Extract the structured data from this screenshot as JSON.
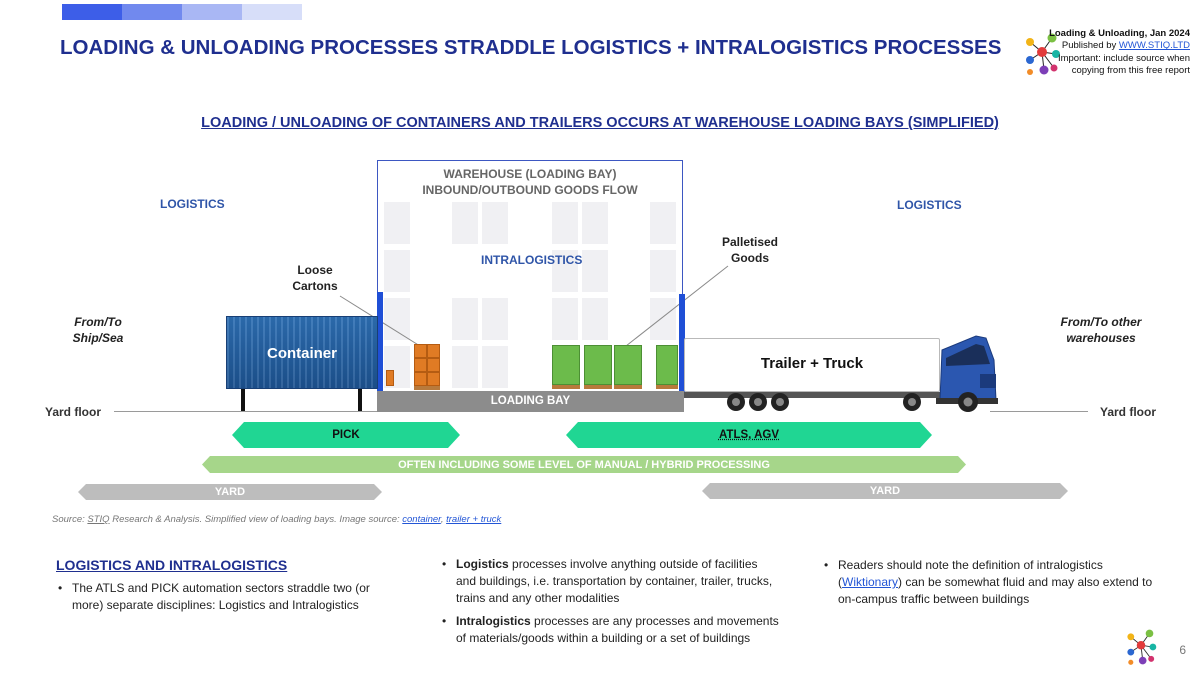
{
  "header": {
    "title": "LOADING & UNLOADING PROCESSES STRADDLE LOGISTICS + INTRALOGISTICS PROCESSES",
    "publisher": {
      "line1": "Loading & Unloading, Jan 2024",
      "line2_prefix": "Published by ",
      "line2_link": "WWW.STIQ.LTD",
      "line3": "Important: include source when",
      "line4": "copying from this free report"
    },
    "topbar_colors": [
      "#3d5ee8",
      "#7189ee",
      "#a9b7f4",
      "#d7def9"
    ]
  },
  "diagram": {
    "subtitle": "LOADING / UNLOADING OF CONTAINERS AND TRAILERS OCCURS AT WAREHOUSE LOADING BAYS (SIMPLIFIED)",
    "warehouse_title_1": "WAREHOUSE (LOADING BAY)",
    "warehouse_title_2": "INBOUND/OUTBOUND GOODS FLOW",
    "logistics_left": "LOGISTICS",
    "logistics_right": "LOGISTICS",
    "intralogistics": "INTRALOGISTICS",
    "loose_1": "Loose",
    "loose_2": "Cartons",
    "palletised_1": "Palletised",
    "palletised_2": "Goods",
    "from_left_1": "From/To",
    "from_left_2": "Ship/Sea",
    "from_right_1": "From/To other",
    "from_right_2": "warehouses",
    "container": "Container",
    "trailer": "Trailer + Truck",
    "yard_floor_left": "Yard floor",
    "yard_floor_right": "Yard floor",
    "loading_bay": "LOADING BAY",
    "pick": "PICK",
    "atls": "ATLS, AGV",
    "manual": "OFTEN INCLUDING SOME LEVEL OF MANUAL / HYBRID PROCESSING",
    "yard_left": "YARD",
    "yard_right": "YARD"
  },
  "source": {
    "prefix": "Source: ",
    "stiq": "STIQ",
    "middle": " Research & Analysis. Simplified view of loading bays. Image source: ",
    "link1": "container",
    "sep": ", ",
    "link2": "trailer + truck"
  },
  "section": {
    "heading": "LOGISTICS AND INTRALOGISTICS",
    "col1_bullet1": "The ATLS and PICK automation sectors straddle two (or more) separate disciplines: Logistics and Intralogistics",
    "col2_b1_bold": "Logistics",
    "col2_b1_rest": " processes involve anything outside of facilities and buildings, i.e. transportation by container, trailer, trucks, trains and any other modalities",
    "col2_b2_bold": "Intralogistics",
    "col2_b2_rest": " processes are any processes and movements of materials/goods within a building or a set of buildings",
    "col3_b1_pre": "Readers should note the definition of intralogistics (",
    "col3_b1_link": "Wiktionary",
    "col3_b1_post": ") can be somewhat fluid and may also extend to on-campus traffic between buildings"
  },
  "page_number": "6"
}
